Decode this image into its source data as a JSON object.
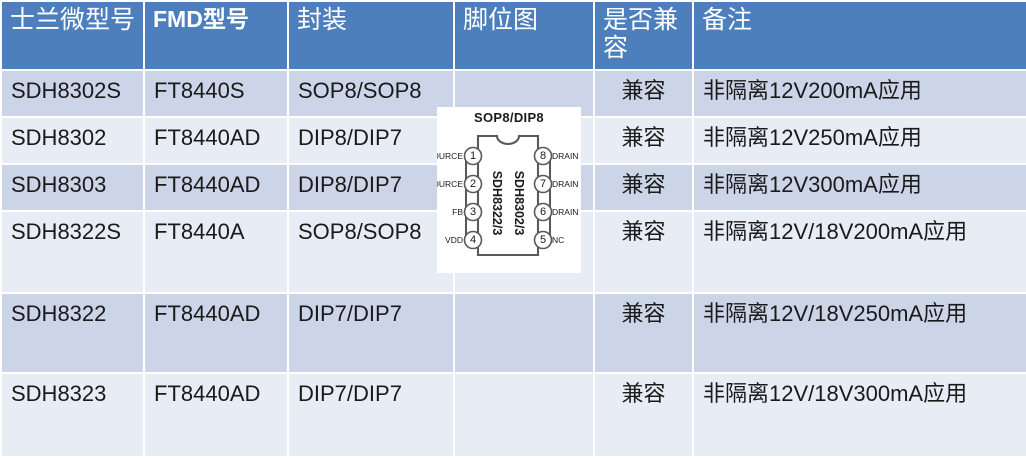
{
  "table": {
    "headers": [
      {
        "label": "士兰微型号",
        "style": "cjk"
      },
      {
        "label": "FMD型号",
        "style": "latin"
      },
      {
        "label": "封装",
        "style": "cjk"
      },
      {
        "label": "脚位图",
        "style": "cjk"
      },
      {
        "label": "是否兼容",
        "style": "cjk"
      },
      {
        "label": "备注",
        "style": "cjk"
      }
    ],
    "rows": [
      {
        "sdh_part": "SDH8302S",
        "fmd_part": "FT8440S",
        "package": "SOP8/SOP8",
        "pinout": "",
        "compatible": "兼容",
        "remark": "非隔离12V200mA应用"
      },
      {
        "sdh_part": "SDH8302",
        "fmd_part": "FT8440AD",
        "package": "DIP8/DIP7",
        "pinout": "",
        "compatible": "兼容",
        "remark": "非隔离12V250mA应用"
      },
      {
        "sdh_part": "SDH8303",
        "fmd_part": "FT8440AD",
        "package": "DIP8/DIP7",
        "pinout": "",
        "compatible": "兼容",
        "remark": "非隔离12V300mA应用"
      },
      {
        "sdh_part": "SDH8322S",
        "fmd_part": "FT8440A",
        "package": "SOP8/SOP8",
        "pinout": "",
        "compatible": "兼容",
        "remark": "非隔离12V/18V200mA应用"
      },
      {
        "sdh_part": "SDH8322",
        "fmd_part": "FT8440AD",
        "package": "DIP7/DIP7",
        "pinout": "",
        "compatible": "兼容",
        "remark": "非隔离12V/18V250mA应用"
      },
      {
        "sdh_part": "SDH8323",
        "fmd_part": "FT8440AD",
        "package": "DIP7/DIP7",
        "pinout": "",
        "compatible": "兼容",
        "remark": "非隔离12V/18V300mA应用"
      }
    ]
  },
  "pin_diagram": {
    "title": "SOP8/DIP8",
    "body_label_left": "SDH8322/3",
    "body_label_right": "SDH8302/3",
    "pins_left": [
      {
        "number": "1",
        "name": "SOURCE"
      },
      {
        "number": "2",
        "name": "SOURCE"
      },
      {
        "number": "3",
        "name": "FB"
      },
      {
        "number": "4",
        "name": "VDD"
      }
    ],
    "pins_right": [
      {
        "number": "8",
        "name": "DRAIN"
      },
      {
        "number": "7",
        "name": "DRAIN"
      },
      {
        "number": "6",
        "name": "DRAIN"
      },
      {
        "number": "5",
        "name": "NC"
      }
    ]
  },
  "colors": {
    "header_bg": "#4c7fbb",
    "header_text": "#ffffff",
    "row_dark": "#ccd4e8",
    "row_light": "#e8ecf5",
    "body_text": "#1a1a1a",
    "page_bg": "#ffffff"
  }
}
